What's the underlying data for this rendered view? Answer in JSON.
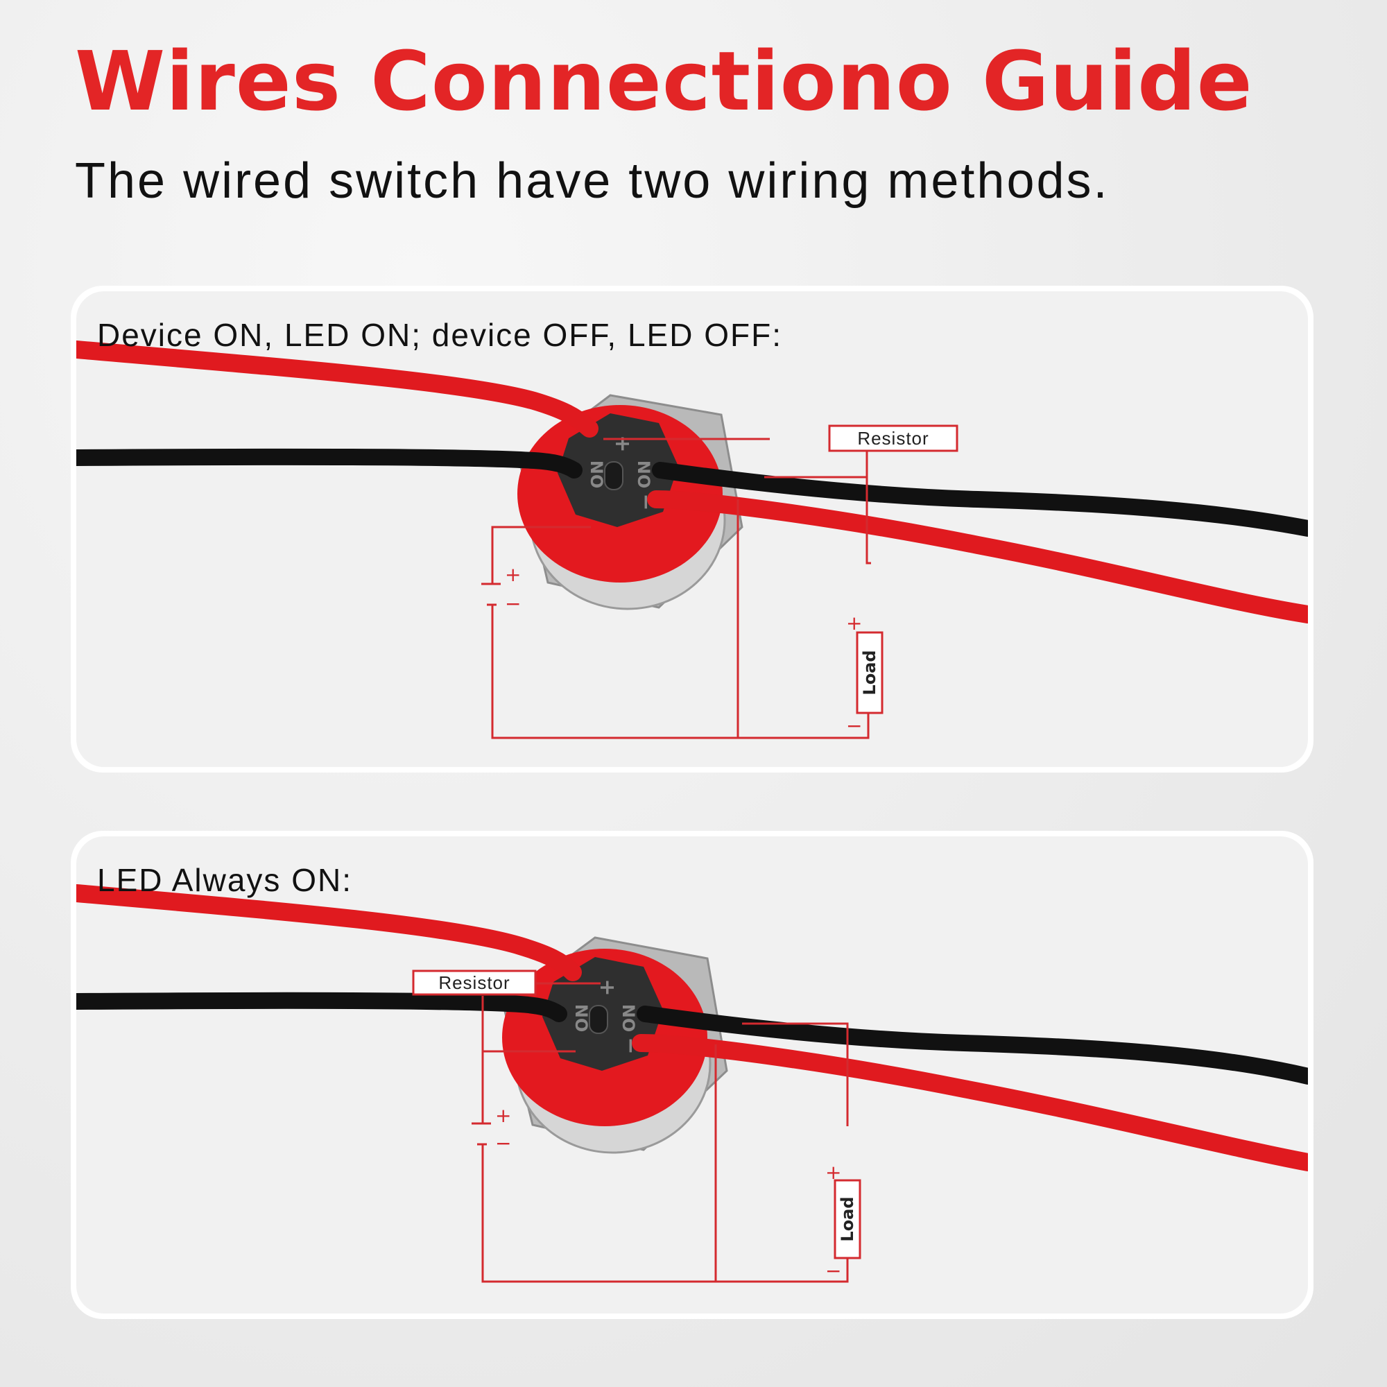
{
  "header": {
    "title": "Wires Connectiono Guide",
    "subtitle": "The wired switch have two wiring methods."
  },
  "panels": [
    {
      "heading": "Device ON, LED ON; device OFF, LED OFF:",
      "resistor_label": "Resistor",
      "load_label": "Load",
      "switch_markings": {
        "no_left": "NO",
        "no_right": "NO",
        "plus": "+",
        "minus": "−"
      },
      "battery_plus": "+",
      "battery_minus": "−",
      "load_plus": "+",
      "load_minus": "−"
    },
    {
      "heading": "LED Always ON:",
      "resistor_label": "Resistor",
      "load_label": "Load",
      "switch_markings": {
        "no_left": "NO",
        "no_right": "NO",
        "plus": "+",
        "minus": "−"
      },
      "battery_plus": "+",
      "battery_minus": "−",
      "load_plus": "+",
      "load_minus": "−"
    }
  ],
  "colors": {
    "accent": "#e32526",
    "wire_red": "#e01a1f",
    "wire_black": "#111111",
    "diagram_line": "#d42a2f"
  }
}
